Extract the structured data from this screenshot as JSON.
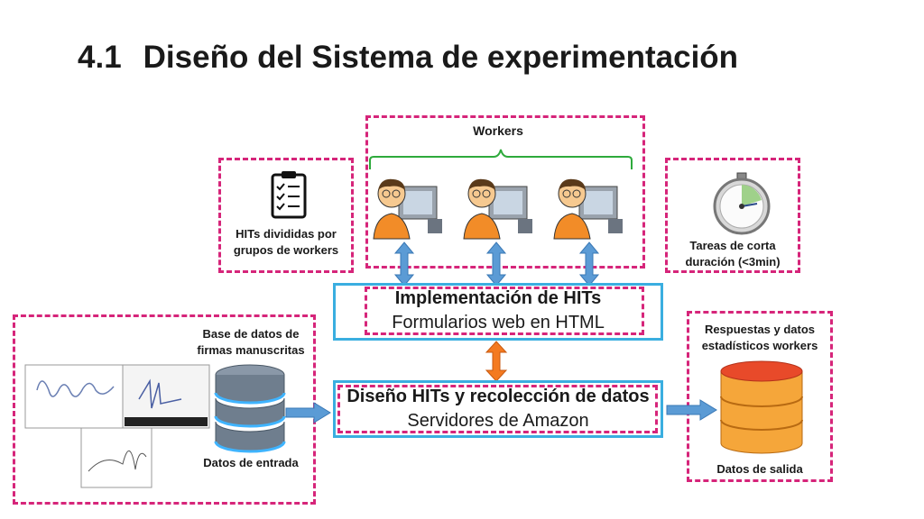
{
  "title": {
    "number": "4.1",
    "text": "Diseño del Sistema de experimentación"
  },
  "workers": {
    "label": "Workers"
  },
  "hits_groups": {
    "line1": "HITs divididas por",
    "line2": "grupos de workers"
  },
  "tasks": {
    "line1": "Tareas de corta",
    "line2": "duración (<3min)"
  },
  "implementation": {
    "title": "Implementación de HITs",
    "subtitle": "Formularios web en HTML"
  },
  "design": {
    "title": "Diseño HITs  y recolección de datos",
    "subtitle": "Servidores de Amazon"
  },
  "input_db": {
    "line1": "Base de datos de",
    "line2": "firmas manuscritas",
    "footer": "Datos de entrada"
  },
  "output_db": {
    "line1": "Respuestas y datos",
    "line2": "estadísticos workers",
    "footer": "Datos de salida"
  },
  "colors": {
    "dashed_border": "#d6257a",
    "box_border": "#3aaee0",
    "arrow_blue": "#5b9bd5",
    "arrow_orange": "#f47a20",
    "brace_green": "#2eaa3c"
  }
}
